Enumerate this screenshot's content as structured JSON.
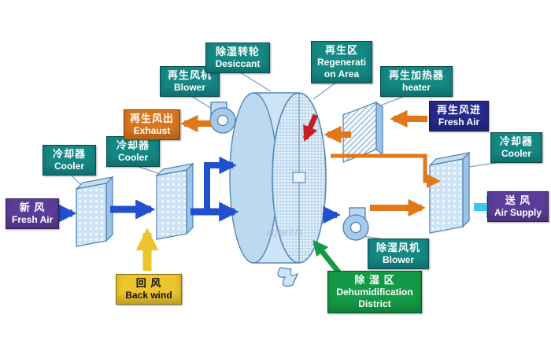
{
  "watermark": "xtjqccm",
  "colors": {
    "teal": "#148884",
    "purple": "#5b3d99",
    "orange": "#d8761c",
    "navy": "#252a8a",
    "green": "#149a46",
    "yellow": "#ecc42c",
    "arrow_blue": "#2050d0",
    "arrow_orange": "#e07818",
    "arrow_yellow": "#ecc42c",
    "arrow_cyan": "#38c8e8",
    "arrow_red": "#c82020",
    "arrow_green": "#149a46"
  },
  "labels": {
    "fresh_air_in": {
      "lines": [
        "新 风",
        "Fresh Air"
      ]
    },
    "cooler_left1": {
      "lines": [
        "冷却器",
        "Cooler"
      ]
    },
    "cooler_left2": {
      "lines": [
        "冷却器",
        "Cooler"
      ]
    },
    "regen_blower": {
      "lines": [
        "再生风机",
        "Blower"
      ]
    },
    "exhaust": {
      "lines": [
        "再生风出",
        "Exhaust"
      ]
    },
    "desiccant_wheel": {
      "lines": [
        "除湿转轮",
        "Desiccant"
      ]
    },
    "regen_area": {
      "lines": [
        "再生区",
        "Regenerati",
        "on Area"
      ]
    },
    "regen_heater": {
      "lines": [
        "再生加热器",
        "heater"
      ]
    },
    "regen_fresh_air": {
      "lines": [
        "再生风进",
        "Fresh Air"
      ]
    },
    "cooler_right": {
      "lines": [
        "冷却器",
        "Cooler"
      ]
    },
    "air_supply": {
      "lines": [
        "送 风",
        "Air Supply"
      ]
    },
    "dehumid_blower": {
      "lines": [
        "除湿风机",
        "Blower"
      ]
    },
    "back_wind": {
      "lines": [
        "回 风",
        "Back wind"
      ]
    },
    "dehumid_district": {
      "lines": [
        "除 湿 区",
        "Dehumidification",
        "District"
      ]
    }
  }
}
